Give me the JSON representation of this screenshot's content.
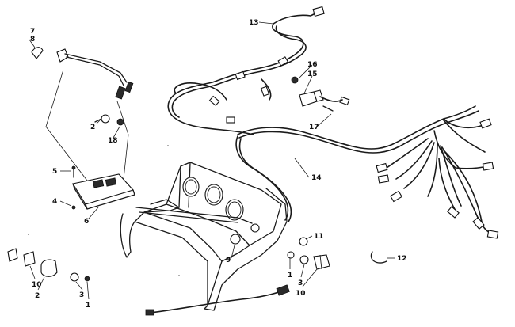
{
  "diagram": {
    "callouts": [
      {
        "id": "c7",
        "text": "7"
      },
      {
        "id": "c8",
        "text": "8"
      },
      {
        "id": "c13",
        "text": "13"
      },
      {
        "id": "c16",
        "text": "16"
      },
      {
        "id": "c15",
        "text": "15"
      },
      {
        "id": "c2a",
        "text": "2"
      },
      {
        "id": "c18",
        "text": "18"
      },
      {
        "id": "c17",
        "text": "17"
      },
      {
        "id": "c14",
        "text": "14"
      },
      {
        "id": "c5",
        "text": "5"
      },
      {
        "id": "c4",
        "text": "4"
      },
      {
        "id": "c6",
        "text": "6"
      },
      {
        "id": "c11",
        "text": "11"
      },
      {
        "id": "c9",
        "text": "9"
      },
      {
        "id": "c12",
        "text": "12"
      },
      {
        "id": "c1a",
        "text": "1"
      },
      {
        "id": "c3a",
        "text": "3"
      },
      {
        "id": "c10a",
        "text": "10"
      },
      {
        "id": "c10b",
        "text": "10"
      },
      {
        "id": "c2b",
        "text": "2"
      },
      {
        "id": "c3b",
        "text": "3"
      },
      {
        "id": "c1b",
        "text": "1"
      }
    ]
  }
}
